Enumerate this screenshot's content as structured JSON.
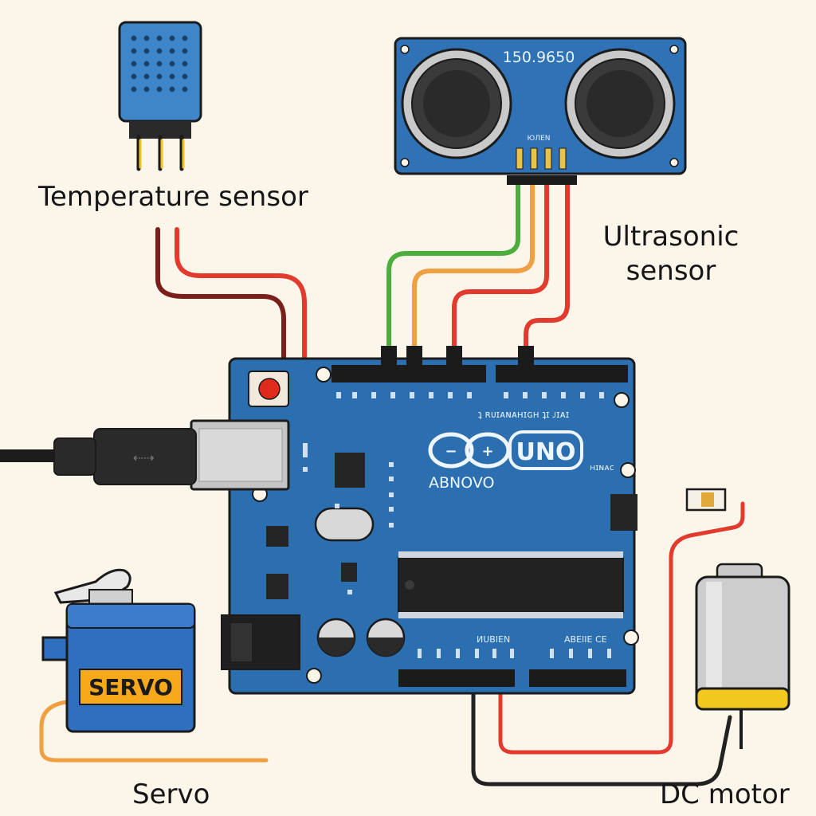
{
  "labels": {
    "temperature_sensor": "Temperature sensor",
    "ultrasonic_line1": "Ultrasonic",
    "ultrasonic_line2": "sensor",
    "servo": "Servo",
    "dc_motor": "DC motor"
  },
  "ultrasonic_module": {
    "model_text": "150.9650",
    "pin_header_text": "ЮЛЕN"
  },
  "board": {
    "logo_text": "UNO",
    "brand_text": "ABNOVO",
    "top_pin_text": "ʇ ʀᴜɪᴀɴᴀʜɪɢʜ ʇɪ ᴊɪᴀɪ",
    "side_text": "ʜɪɴᴀᴄ",
    "bottom_left_text": "ИUBIEN",
    "bottom_right_text": "ABEIIЕ CE"
  },
  "servo": {
    "badge_text": "SERVO"
  },
  "colors": {
    "background": "#fbf5ea",
    "board_blue": "#2b6fb1",
    "board_dark": "#1d4f86",
    "sensor_blue": "#2f72b5",
    "wire_red": "#e23b2e",
    "wire_dark_red": "#7a1f1a",
    "wire_green": "#4caf3d",
    "wire_orange": "#f0a040",
    "wire_black": "#222222",
    "servo_badge": "#f7a81b"
  }
}
